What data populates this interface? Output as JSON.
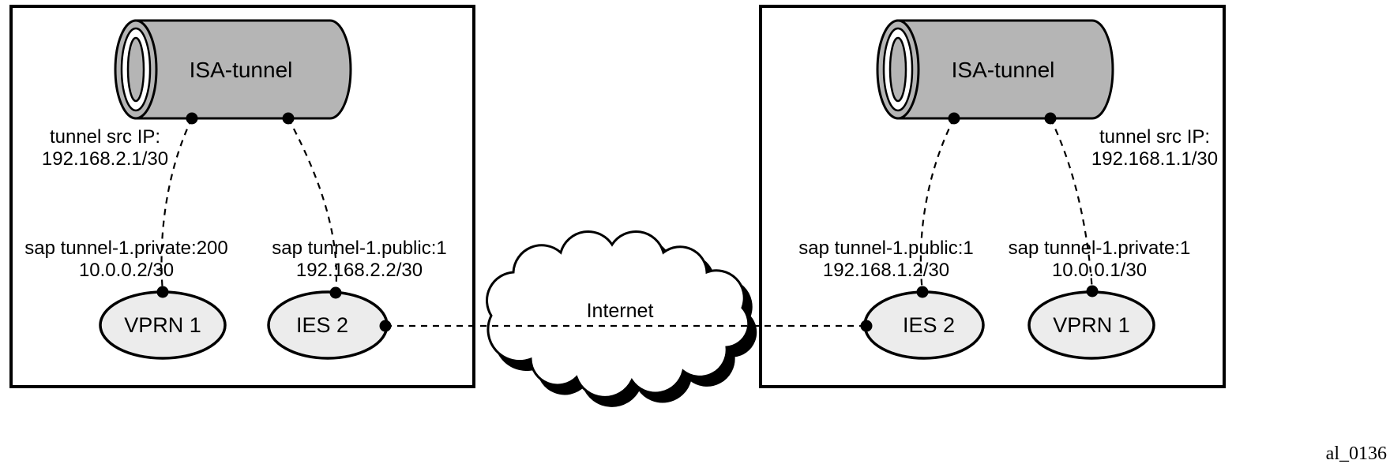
{
  "figure_id": "al_0136",
  "cloud": {
    "label": "Internet"
  },
  "colors": {
    "cylinder_fill": "#b5b5b5",
    "node_fill": "#ececec",
    "stroke": "#000000",
    "background": "#ffffff"
  },
  "left_router": {
    "tunnel_label": "ISA-tunnel",
    "tunnel_src_line1": "tunnel src IP:",
    "tunnel_src_line2": "192.168.2.1/30",
    "private_sap_line1": "sap tunnel-1.private:200",
    "private_sap_line2": "10.0.0.2/30",
    "public_sap_line1": "sap tunnel-1.public:1",
    "public_sap_line2": "192.168.2.2/30",
    "vprn_label": "VPRN 1",
    "ies_label": "IES 2"
  },
  "right_router": {
    "tunnel_label": "ISA-tunnel",
    "tunnel_src_line1": "tunnel src IP:",
    "tunnel_src_line2": "192.168.1.1/30",
    "public_sap_line1": "sap tunnel-1.public:1",
    "public_sap_line2": "192.168.1.2/30",
    "private_sap_line1": "sap tunnel-1.private:1",
    "private_sap_line2": "10.0.0.1/30",
    "ies_label": "IES 2",
    "vprn_label": "VPRN 1"
  }
}
